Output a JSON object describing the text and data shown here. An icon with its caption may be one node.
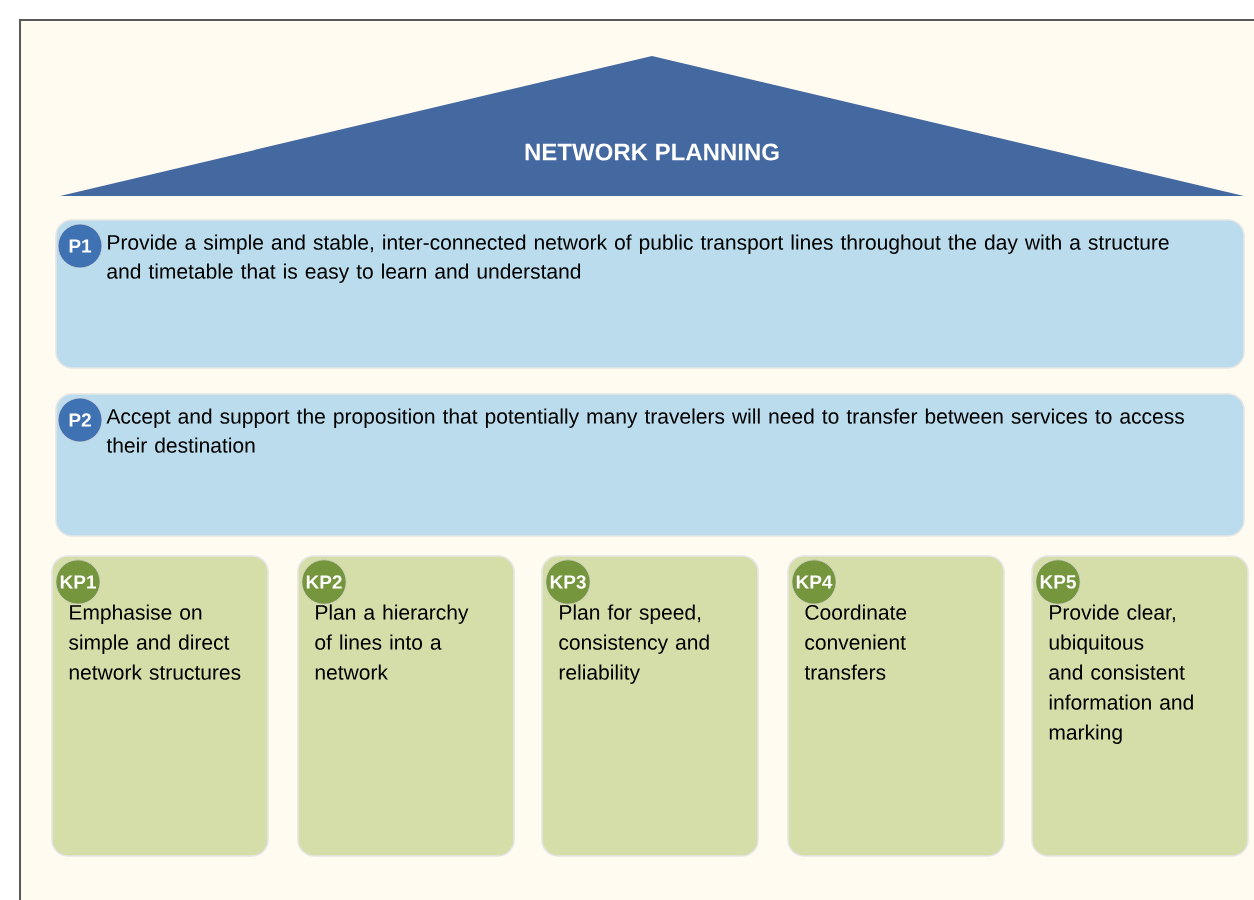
{
  "diagram": {
    "nodes": [
      {
        "text": [
          "NETWORK PLANNING"
        ]
      },
      {
        "text": [
          "P1",
          "Provide a simple and stable, inter-connected network of public transport lines throughout the day with a structure and timetable that is easy to learn and understand"
        ]
      },
      {
        "text": [
          "P2",
          "Accept and support the proposition that potentially many travelers will need to transfer between services to access their destination"
        ]
      },
      {
        "text": [
          "KP1",
          "Emphasise on simple and direct network structures"
        ]
      },
      {
        "text": [
          "KP2",
          "Plan a hierarchy of lines into a network"
        ]
      },
      {
        "text": [
          "KP3",
          "Plan for speed, consistency and reliability"
        ]
      },
      {
        "text": [
          "KP4",
          "Coordinate convenient transfers"
        ]
      },
      {
        "text": [
          "KP5",
          "Provide clear, ubiquitous and consistent information and marking"
        ]
      }
    ]
  }
}
